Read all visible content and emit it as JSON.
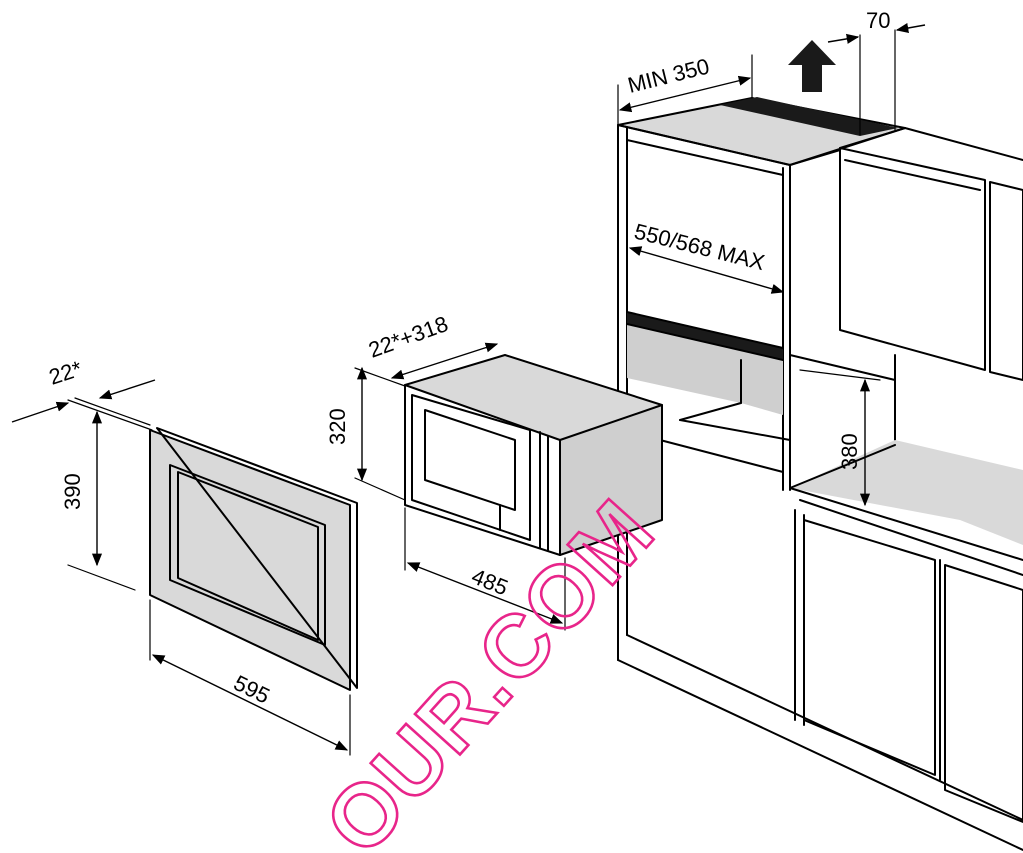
{
  "dimensions": {
    "frame_depth": "22*",
    "frame_height": "390",
    "frame_width": "595",
    "oven_depth": "22*+318",
    "oven_height": "320",
    "oven_width": "485",
    "niche_depth_min": "MIN 350",
    "vent_gap": "70",
    "niche_width": "550/568 MAX",
    "niche_height": "380"
  },
  "watermark": "OUR.COM",
  "colors": {
    "watermark": "#e8258a",
    "line": "#000000"
  }
}
